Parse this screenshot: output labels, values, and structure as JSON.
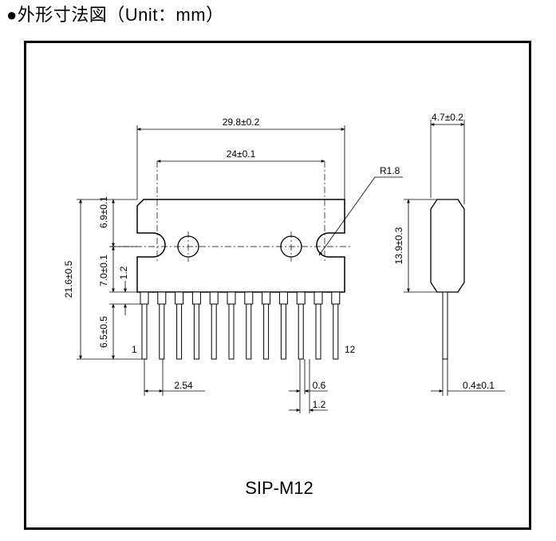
{
  "title": "●外形寸法図（Unit：mm）",
  "package_name": "SIP-M12",
  "dimensions": {
    "total_width": "29.8±0.2",
    "hole_pitch": "24±0.1",
    "radius": "R1.8",
    "total_height": "21.6±0.5",
    "upper_height": "6.9±0.1",
    "body_lower_height": "7.0±0.1",
    "step": "1.2",
    "lead_length": "6.5±0.5",
    "lead_pitch": "2.54",
    "lead_width": "0.6",
    "lead_span": "1.2",
    "thickness": "4.7±0.2",
    "side_height": "13.9±0.3",
    "lead_thickness": "0.4±0.1"
  },
  "pins": {
    "first": "1",
    "last": "12"
  }
}
